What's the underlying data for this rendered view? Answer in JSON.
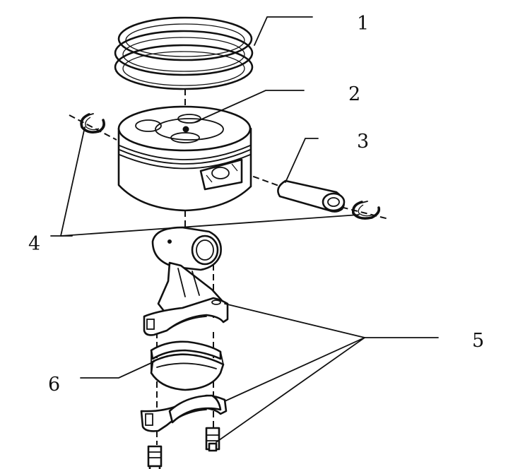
{
  "callouts": [
    {
      "id": "1"
    },
    {
      "id": "2"
    },
    {
      "id": "3"
    },
    {
      "id": "4"
    },
    {
      "id": "5"
    },
    {
      "id": "6"
    }
  ]
}
